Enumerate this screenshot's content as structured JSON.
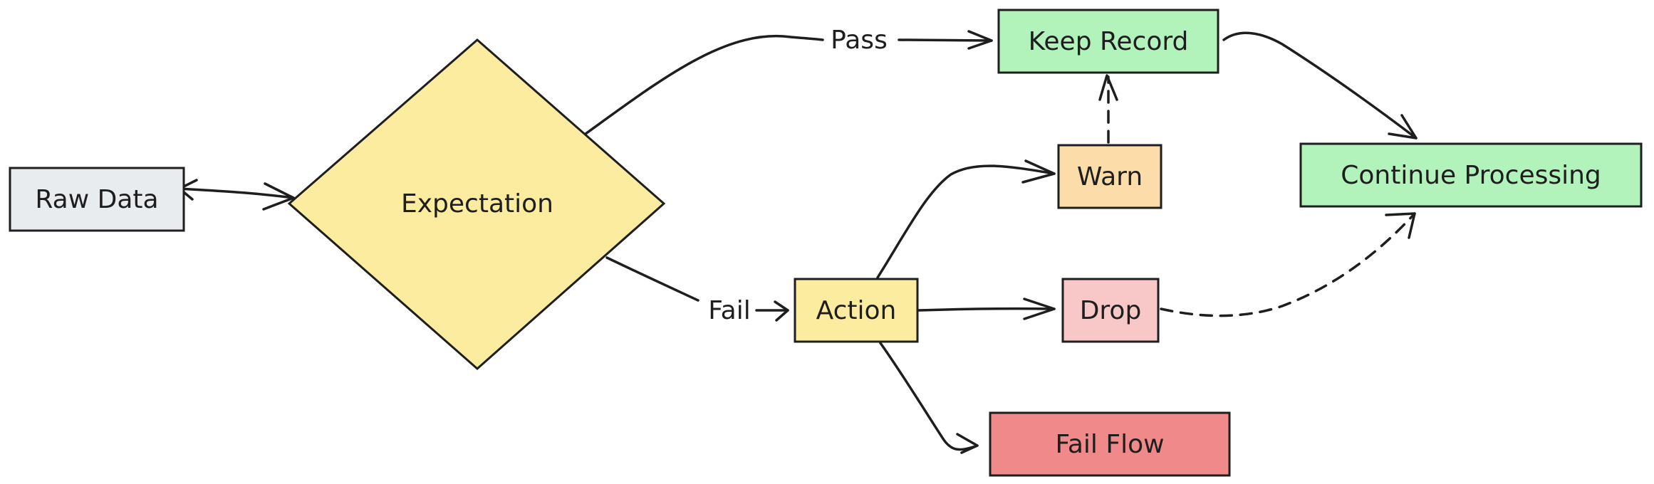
{
  "nodes": {
    "raw_data": {
      "label": "Raw Data",
      "fill": "#e9ecef"
    },
    "expectation": {
      "label": "Expectation",
      "fill": "#fcec9f"
    },
    "keep_record": {
      "label": "Keep Record",
      "fill": "#b2f2bb"
    },
    "warn": {
      "label": "Warn",
      "fill": "#fcdca8"
    },
    "continue_processing": {
      "label": "Continue Processing",
      "fill": "#b2f2bb"
    },
    "action": {
      "label": "Action",
      "fill": "#fcec9f"
    },
    "drop": {
      "label": "Drop",
      "fill": "#f8c7c7"
    },
    "fail_flow": {
      "label": "Fail Flow",
      "fill": "#f08a8a"
    }
  },
  "edges": {
    "pass": {
      "label": "Pass"
    },
    "fail": {
      "label": "Fail"
    }
  }
}
